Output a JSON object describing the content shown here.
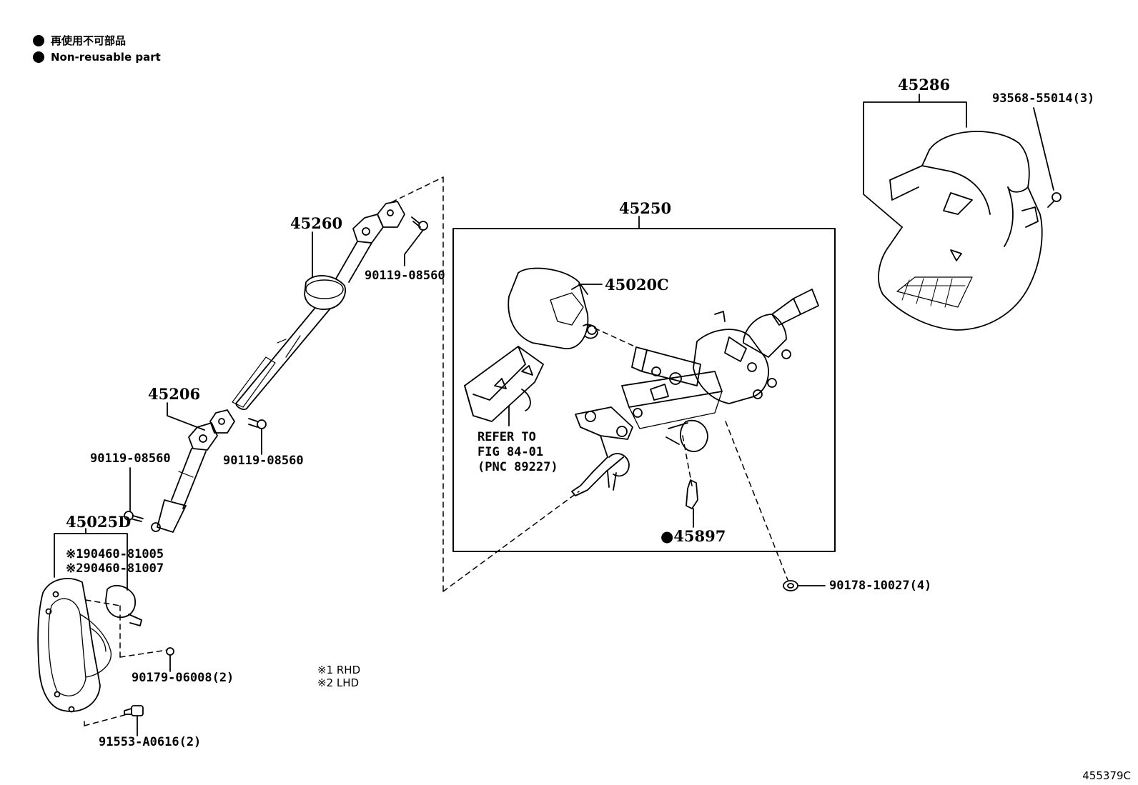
{
  "legend": {
    "line_jp": "再使用不可部品",
    "line_en": "Non-reusable part"
  },
  "labels": {
    "p45286": "45286",
    "p93568": "93568-55014(3)",
    "p45250": "45250",
    "p45020c": "45020C",
    "p45260": "45260",
    "p90119_top": "90119-08560",
    "p45206": "45206",
    "p90119_left": "90119-08560",
    "p90119_mid": "90119-08560",
    "p45025d": "45025D",
    "p90460_81005": "※190460-81005",
    "p90460_81007": "※290460-81007",
    "p90179": "90179-06008(2)",
    "p91553": "91553-A0616(2)",
    "p45897": "●45897",
    "p90178": "90178-10027(4)"
  },
  "refer": {
    "line1": "REFER TO",
    "line2": "FIG 84-01",
    "line3": "(PNC 89227)"
  },
  "notes": {
    "rhd": "※1 RHD",
    "lhd": "※2 LHD"
  },
  "diagram_code": "455379C"
}
